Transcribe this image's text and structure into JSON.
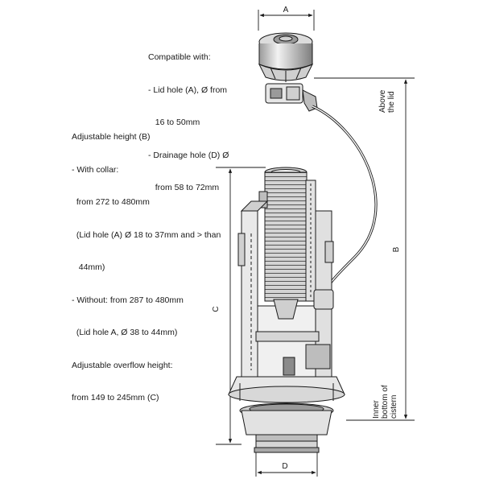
{
  "compatible": {
    "heading": "Compatible with:",
    "lines": [
      "- Lid hole (A), Ø from",
      "   16 to 50mm",
      "- Drainage hole (D) Ø",
      "   from 58 to 72mm"
    ]
  },
  "adjustable": {
    "heading": "Adjustable height (B)",
    "lines": [
      "- With collar:",
      "  from 272 to 480mm",
      "  (Lid hole (A) Ø 18 to 37mm and > than",
      "   44mm)",
      "- Without: from 287 to 480mm",
      "  (Lid hole A, Ø 38 to 44mm)",
      "Adjustable overflow height:",
      "from 149 to 245mm (C)"
    ]
  },
  "dimensions": {
    "a": "A",
    "b": "B",
    "c": "C",
    "d": "D",
    "above_lid_1": "Above",
    "above_lid_2": "the lid",
    "inner_bottom_1": "Inner",
    "inner_bottom_2": "bottom of",
    "inner_bottom_3": "cistern"
  },
  "colors": {
    "line": "#1a1a1a",
    "fill_light": "#e6e6e6",
    "fill_mid": "#c8c8c8",
    "fill_dark": "#8a8a8a"
  }
}
